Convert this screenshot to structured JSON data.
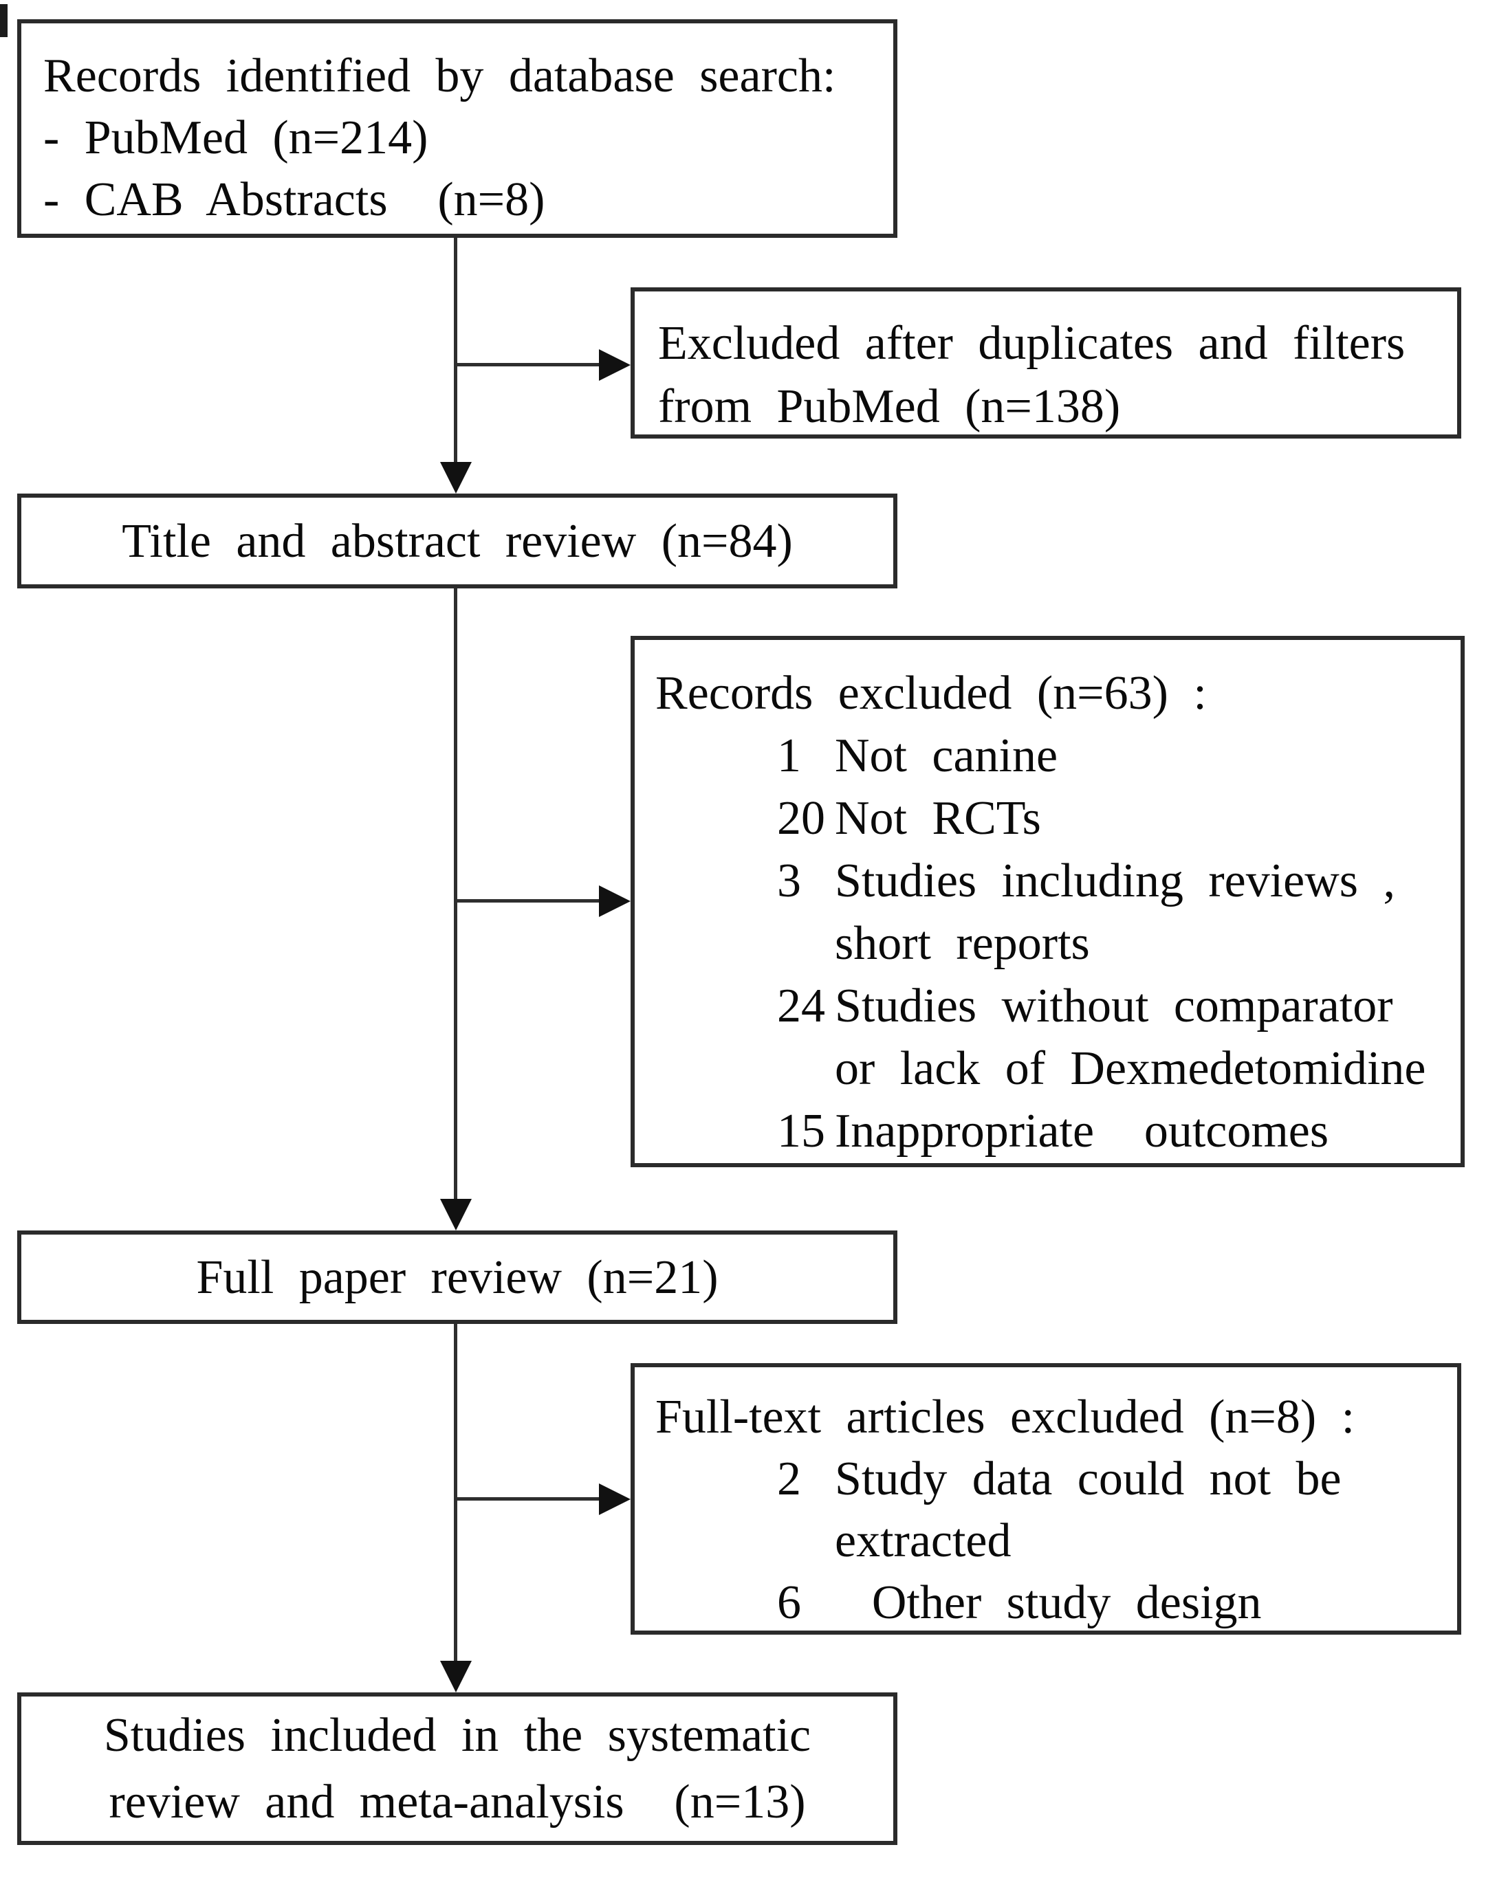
{
  "colors": {
    "background": "#ffffff",
    "box_border": "#2b2b2b",
    "connector_line": "#2e2e2e",
    "arrowhead": "#111111",
    "text": "#0a0a0a"
  },
  "flowchart": {
    "identification": {
      "lines": [
        "Records identified by database search:",
        "- PubMed (n=214)",
        "- CAB Abstracts  (n=8)"
      ]
    },
    "excluded_after_duplicates": {
      "lines": [
        "Excluded after duplicates and filters",
        "from PubMed (n=138)"
      ]
    },
    "title_abstract_review": {
      "label": "Title and abstract review (n=84)"
    },
    "records_excluded": {
      "title": "Records excluded (n=63) :",
      "items": [
        {
          "count": "1",
          "lines": [
            "Not canine"
          ]
        },
        {
          "count": "20",
          "lines": [
            "Not RCTs"
          ]
        },
        {
          "count": "3",
          "lines": [
            "Studies including reviews ,",
            "short reports"
          ]
        },
        {
          "count": "24",
          "lines": [
            "Studies without comparator",
            "or lack of Dexmedetomidine"
          ]
        },
        {
          "count": "15",
          "lines": [
            "Inappropriate  outcomes"
          ]
        }
      ]
    },
    "full_paper_review": {
      "label": "Full paper review (n=21)"
    },
    "fulltext_excluded": {
      "title": "Full-text articles excluded (n=8) :",
      "items": [
        {
          "count": "2",
          "lines": [
            "Study data could not be",
            "extracted"
          ]
        },
        {
          "count": "6",
          "lines": [
            "  Other study design"
          ]
        }
      ]
    },
    "included": {
      "lines": [
        "Studies included in the systematic",
        "review and meta-analysis  (n=13)"
      ]
    }
  }
}
